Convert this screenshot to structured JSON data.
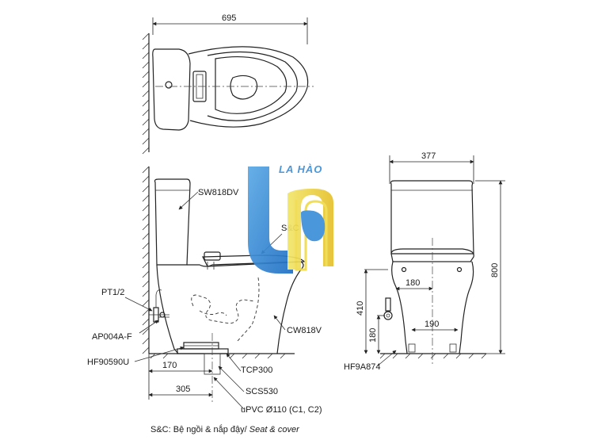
{
  "watermark": {
    "text": "LA HÀO"
  },
  "dimensions": {
    "top_width": "695",
    "side_width": "377",
    "height_total": "800",
    "height_outlet": "410",
    "height_low": "180",
    "mid_180": "180",
    "mid_190": "190",
    "floor_170": "170",
    "floor_305": "305"
  },
  "parts": {
    "tank": "SW818DV",
    "seat": "S&C",
    "valve": "PT1/2",
    "hose": "AP004A-F",
    "flange": "HF90590U",
    "bowl": "CW818V",
    "pipe": "TCP300",
    "seal": "SCS530",
    "drain": "uPVC Ø110 (C1, C2)",
    "side_flange": "HF9A874"
  },
  "footnote": {
    "prefix": "S&C: Bệ ngồi & nắp đậy/ ",
    "english": "Seat & cover"
  }
}
